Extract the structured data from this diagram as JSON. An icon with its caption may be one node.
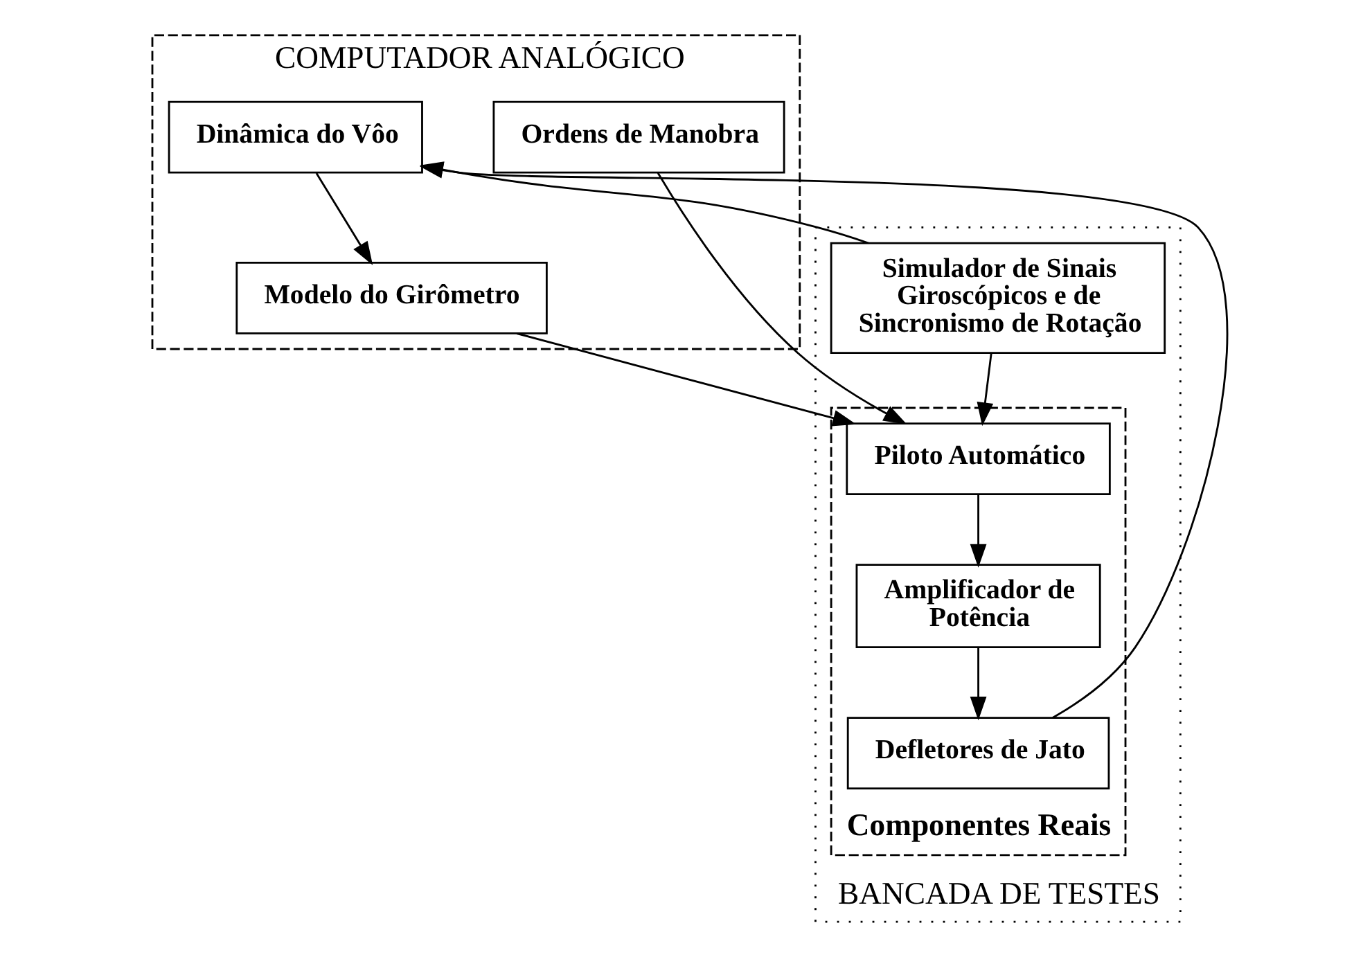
{
  "diagram": {
    "nodes": [
      {
        "text": [
          "COMPUTADOR ANALÓGICO"
        ]
      },
      {
        "text": [
          "Dinâmica do Vôo"
        ],
        "in": 0
      },
      {
        "text": [
          "Modelo do Girômetro"
        ],
        "in": 0
      },
      {
        "text": [
          "Ordens de Manobra"
        ],
        "in": 0
      },
      {
        "text": [
          "BANCADA DE TESTES"
        ]
      },
      {
        "text": [
          "Simulador de Sinais Giroscópicos e de Sincronismo de Rotação"
        ],
        "in": 4
      },
      {
        "text": [
          "Componentes Reais"
        ],
        "in": 4
      },
      {
        "text": [
          "Piloto Automático"
        ],
        "in": 6
      },
      {
        "text": [
          "Amplificador de Potência"
        ],
        "in": 6
      },
      {
        "text": [
          "Defletores de Jato"
        ],
        "in": 6
      }
    ],
    "edges": [
      {
        "from": 1,
        "to": 2,
        "arrow": "to"
      },
      {
        "from": 2,
        "to": 7,
        "arrow": "to"
      },
      {
        "from": 3,
        "to": 7,
        "arrow": "to"
      },
      {
        "from": 5,
        "to": 1,
        "arrow": "to"
      },
      {
        "from": 5,
        "to": 7,
        "arrow": "to"
      },
      {
        "from": 7,
        "to": 8,
        "arrow": "to"
      },
      {
        "from": 8,
        "to": 9,
        "arrow": "to"
      },
      {
        "from": 9,
        "to": 1,
        "arrow": "to"
      }
    ]
  }
}
